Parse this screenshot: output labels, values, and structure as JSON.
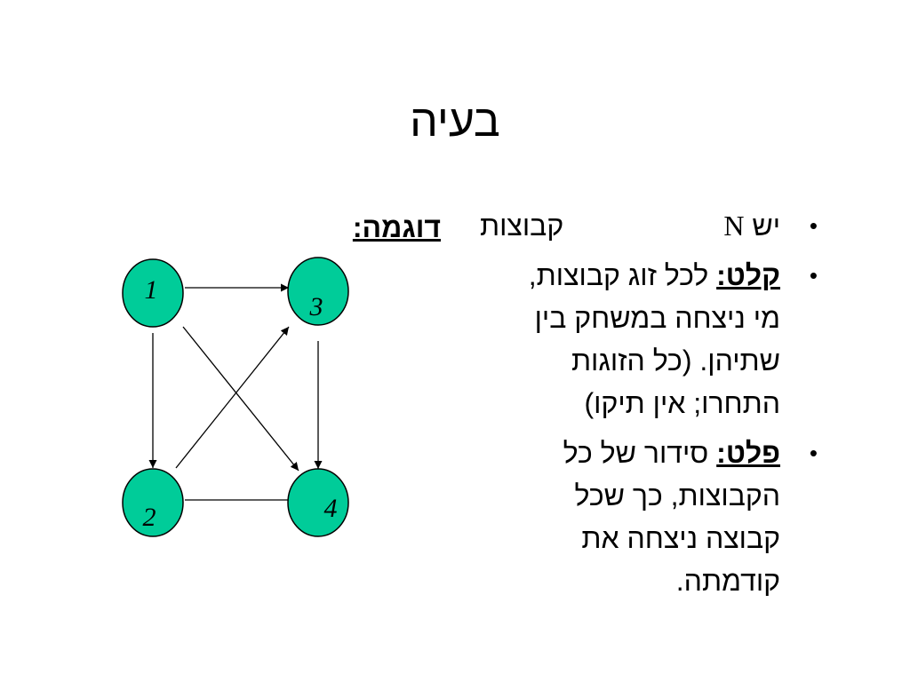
{
  "slide": {
    "title": "בעיה",
    "bullets": [
      {
        "lines": [
          "יש N קבוצות"
        ]
      },
      {
        "term": "קלט:",
        "text_lines": [
          "לכל זוג קבוצות,",
          "מי ניצחה במשחק בין",
          "שתיהן. (כל הזוגות",
          "התחרו; אין תיקו)"
        ]
      },
      {
        "term": "פלט:",
        "text_lines": [
          "סידור של כל",
          "הקבוצות, כך שכל",
          "קבוצה ניצחה את",
          "קודמתה."
        ]
      }
    ],
    "bullet_marker": "•",
    "bullet1_prefix": "יש",
    "bullet1_var": "N",
    "bullet1_suffix": "קבוצות",
    "example_label": "דוגמה:",
    "graph": {
      "node_fill": "#00cc99",
      "nodes": [
        {
          "id": "1",
          "label": "1"
        },
        {
          "id": "2",
          "label": "2"
        },
        {
          "id": "3",
          "label": "3"
        },
        {
          "id": "4",
          "label": "4"
        }
      ],
      "edges": [
        {
          "from": "1",
          "to": "3"
        },
        {
          "from": "1",
          "to": "2"
        },
        {
          "from": "1",
          "to": "4"
        },
        {
          "from": "2",
          "to": "3"
        },
        {
          "from": "2",
          "to": "4"
        },
        {
          "from": "3",
          "to": "4"
        }
      ]
    }
  }
}
